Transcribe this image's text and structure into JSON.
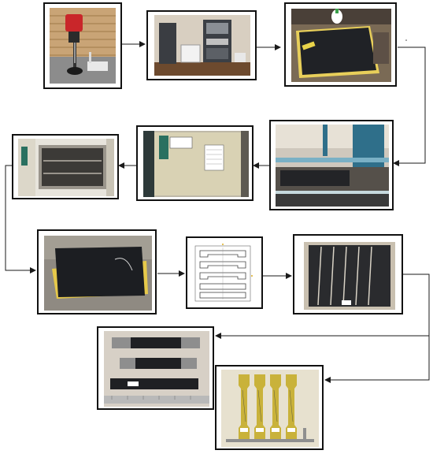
{
  "diagram": {
    "stages": [
      {
        "name": "mixer"
      },
      {
        "name": "hot-press"
      },
      {
        "name": "resin-layup"
      },
      {
        "name": "compression-press"
      },
      {
        "name": "curing-oven-closed"
      },
      {
        "name": "oven-open"
      },
      {
        "name": "composite-plate"
      },
      {
        "name": "cutting-layout"
      },
      {
        "name": "cut-plate"
      },
      {
        "name": "tensile-specimens"
      },
      {
        "name": "dogbone-specimens"
      }
    ],
    "colors": {
      "frame": "#111111",
      "arrow": "#1a1a1a",
      "composite": "#1c1e22",
      "yellow": "#e6c94a"
    }
  }
}
